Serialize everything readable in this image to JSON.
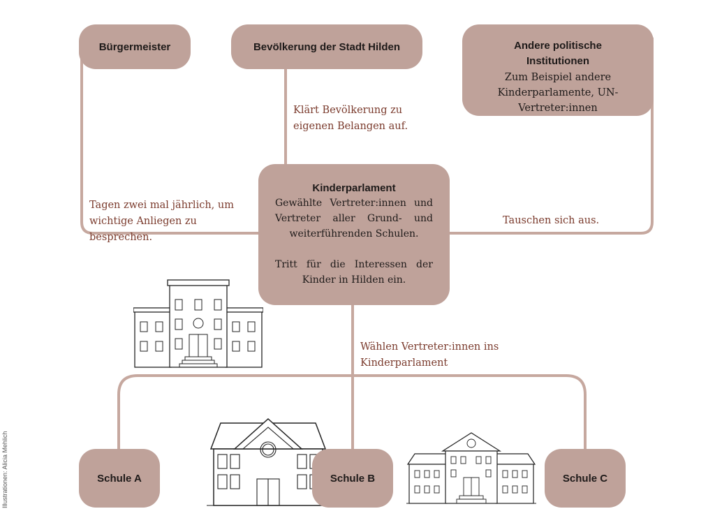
{
  "nodes": {
    "buergermeister": "Bürgermeister",
    "bevoelkerung": "Bevölkerung der Stadt Hilden",
    "andere_title": "Andere politische Institutionen",
    "andere_text": "Zum Beispiel andere Kinderparlamente, UN-Vertreter:innen",
    "kinderparlament_title": "Kinderparlament",
    "kinderparlament_text1": "Gewählte Vertreter:innen und Vertreter aller Grund- und weiterführenden Schulen.",
    "kinderparlament_text2": "Tritt für die Interessen der Kinder in Hilden ein.",
    "schule_a": "Schule A",
    "schule_b": "Schule B",
    "schule_c": "Schule C"
  },
  "edges": {
    "bevoelkerung_label": "Klärt Bevölkerung zu eigenen Belangen auf.",
    "buergermeister_label": "Tagen zwei mal jährlich, um wichtige Anliegen zu besprechen.",
    "andere_label": "Tauschen sich aus.",
    "schulen_label": "Wählen Vertreter:innen ins Kinderparlament"
  },
  "credit": "Illustrationen: Alicia Mehlich",
  "colors": {
    "node_fill": "#bfa29a",
    "line": "#c6a89f",
    "label_text": "#7a3a2c"
  }
}
